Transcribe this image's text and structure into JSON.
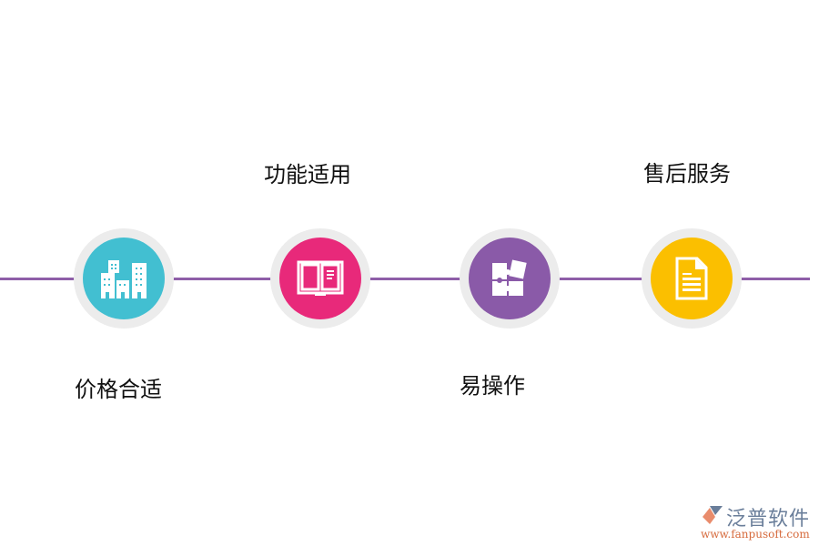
{
  "timeline": {
    "line_color": "#8e5ea8",
    "nodes": [
      {
        "label": "价格合适",
        "icon": "buildings-icon",
        "color": "#42bfd1",
        "label_position": "below"
      },
      {
        "label": "功能适用",
        "icon": "book-icon",
        "color": "#e8297a",
        "label_position": "above"
      },
      {
        "label": "易操作",
        "icon": "puzzle-icon",
        "color": "#8a5aa8",
        "label_position": "below"
      },
      {
        "label": "售后服务",
        "icon": "document-icon",
        "color": "#fbbf00",
        "label_position": "above"
      }
    ]
  },
  "logo": {
    "brand": "泛普软件",
    "url": "www.fanpusoft.com"
  }
}
